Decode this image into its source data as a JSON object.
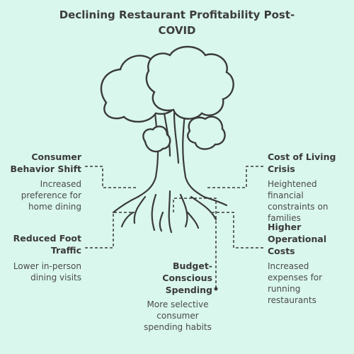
{
  "title": "Declining Restaurant Profitability Post-COVID",
  "factors": {
    "consumer_behavior": {
      "label": "Consumer Behavior Shift",
      "description": "Increased preference for home dining"
    },
    "reduced_foot_traffic": {
      "label": "Reduced Foot Traffic",
      "description": "Lower in-person dining visits"
    },
    "budget_conscious": {
      "label": "Budget-Conscious Spending",
      "description": "More selective consumer spending habits"
    },
    "cost_of_living": {
      "label": "Cost of Living Crisis",
      "description": "Heightened financial constraints on families"
    },
    "operational_costs": {
      "label": "Higher Operational Costs",
      "description": "Increased expenses for running restaurants"
    }
  },
  "colors": {
    "background": "#d9f7ec",
    "stroke": "#3a3a3a",
    "fill": "#d9f7ec"
  }
}
